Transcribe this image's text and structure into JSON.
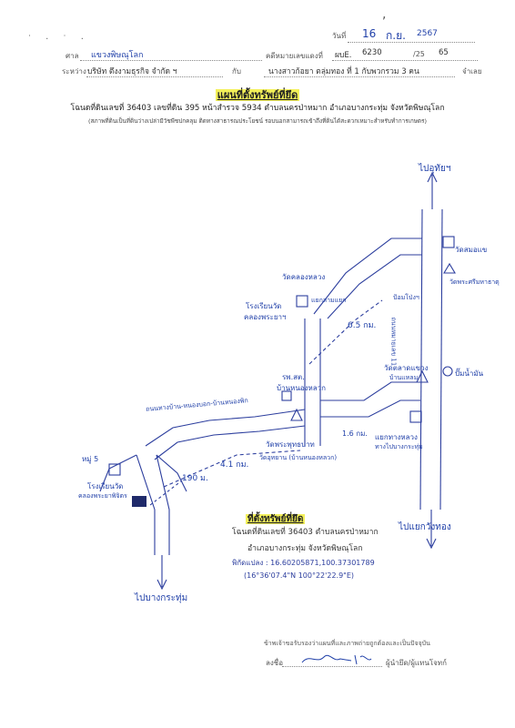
{
  "header": {
    "date_label": "วันที่",
    "date_day": "16",
    "date_month": "ก.ย.",
    "date_year": "2567",
    "court_label": "ศาล",
    "court_value": "แขวงพิษณุโลก",
    "case_label": "คดีหมายเลขแดงที่",
    "case_prefix": "ผบE.",
    "case_number": "6230",
    "case_sep": "/25",
    "case_year": "65",
    "between_label": "ระหว่าง",
    "plaintiff": "บริษัท ตึงงามธุรกิจ จำกัด ฯ",
    "with_label": "กับ",
    "defendant": "นางสาวก้อยา ตลุ่มทอง ที่ 1 กับพวกรวม 3 คน",
    "defendant_suffix": "จำเลย"
  },
  "title": {
    "main": "แผนที่ตั้งทรัพย์ที่ยึด",
    "deed_line": "โฉนดที่ดินเลขที่ 36403 เลขที่ดิน 395 หน้าสำรวจ 5934 ตำบลนครป่าหมาก อำเภอบางกระทุ่ม จังหวัดพิษณุโลก",
    "note_line": "(สภาพที่ดินเป็นที่ดินว่างเปล่ามีวัชพืชปกคลุม ติดทางสาธารณประโยชน์ รอบนอกสามารถเข้าถึงที่ดินได้สะดวกเหมาะสำหรับทำการเกษตร)"
  },
  "map": {
    "to_top": "ไปอุทัยฯ",
    "to_bottom_right": "ไปแยกวังทอง",
    "to_bottom_left": "ไปบางกระทุ่ม",
    "temple_left_top": "วัดคลองหลวง",
    "temple_left_top2": "หมู่ 5",
    "school": "โรงเรียนวัด",
    "school2": "คลองพระยาฯ",
    "school_left": "โรงเรียนวัด",
    "school_left2": "คลองพระยาพิจิตร",
    "village_road": "ถนนทางบ้าน-หนองบอก-บ้านหนองพิก",
    "market": "รพ.สต.",
    "market2": "บ้านหนองหลวก",
    "dist1": "6.5 กม.",
    "dist2": "4.1 กม.",
    "dist3": "1.6 กม.",
    "dist4": "190 ม.",
    "road_vertical": "ถนนหมายเลข 11",
    "station_label": "ปั๊มน้ำมัน",
    "intersection": "แยกสามแยก",
    "right_temple": "วัดตลาดแขวง",
    "right_temple2": "บ้านแหลม",
    "right_top1": "วัดสมอแข",
    "right_top2": "วัดพระศรีมหาธาตุ",
    "right_top3": "ป้อมโป่งฯ",
    "mid_temple": "วัดพระพุทธบาท",
    "mid_place": "วัดอุทยาน (บ้านหนองหลวก)",
    "gas_label": "แยกทางหลวง",
    "gas_label2": "ทางไปบางกระทุ่ม"
  },
  "target": {
    "label": "ที่ตั้งทรัพย์ที่ยึด",
    "deed": "โฉนดที่ดินเลขที่ 36403 ตำบลนครป่าหมาก",
    "district": "อำเภอบางกระทุ่ม จังหวัดพิษณุโลก",
    "coords_label": "พิกัดแปลง : 16.60205871,100.37301789",
    "coords_dms": "(16°36'07.4\"N 100°22'22.9\"E)"
  },
  "footer": {
    "certify": "ข้าพเจ้าขอรับรองว่าแผนที่และภาพถ่ายถูกต้องและเป็นปัจจุบัน",
    "sign_label": "ลงชื่อ",
    "role": "ผู้นำยึด/ผู้แทนโจทก์"
  }
}
